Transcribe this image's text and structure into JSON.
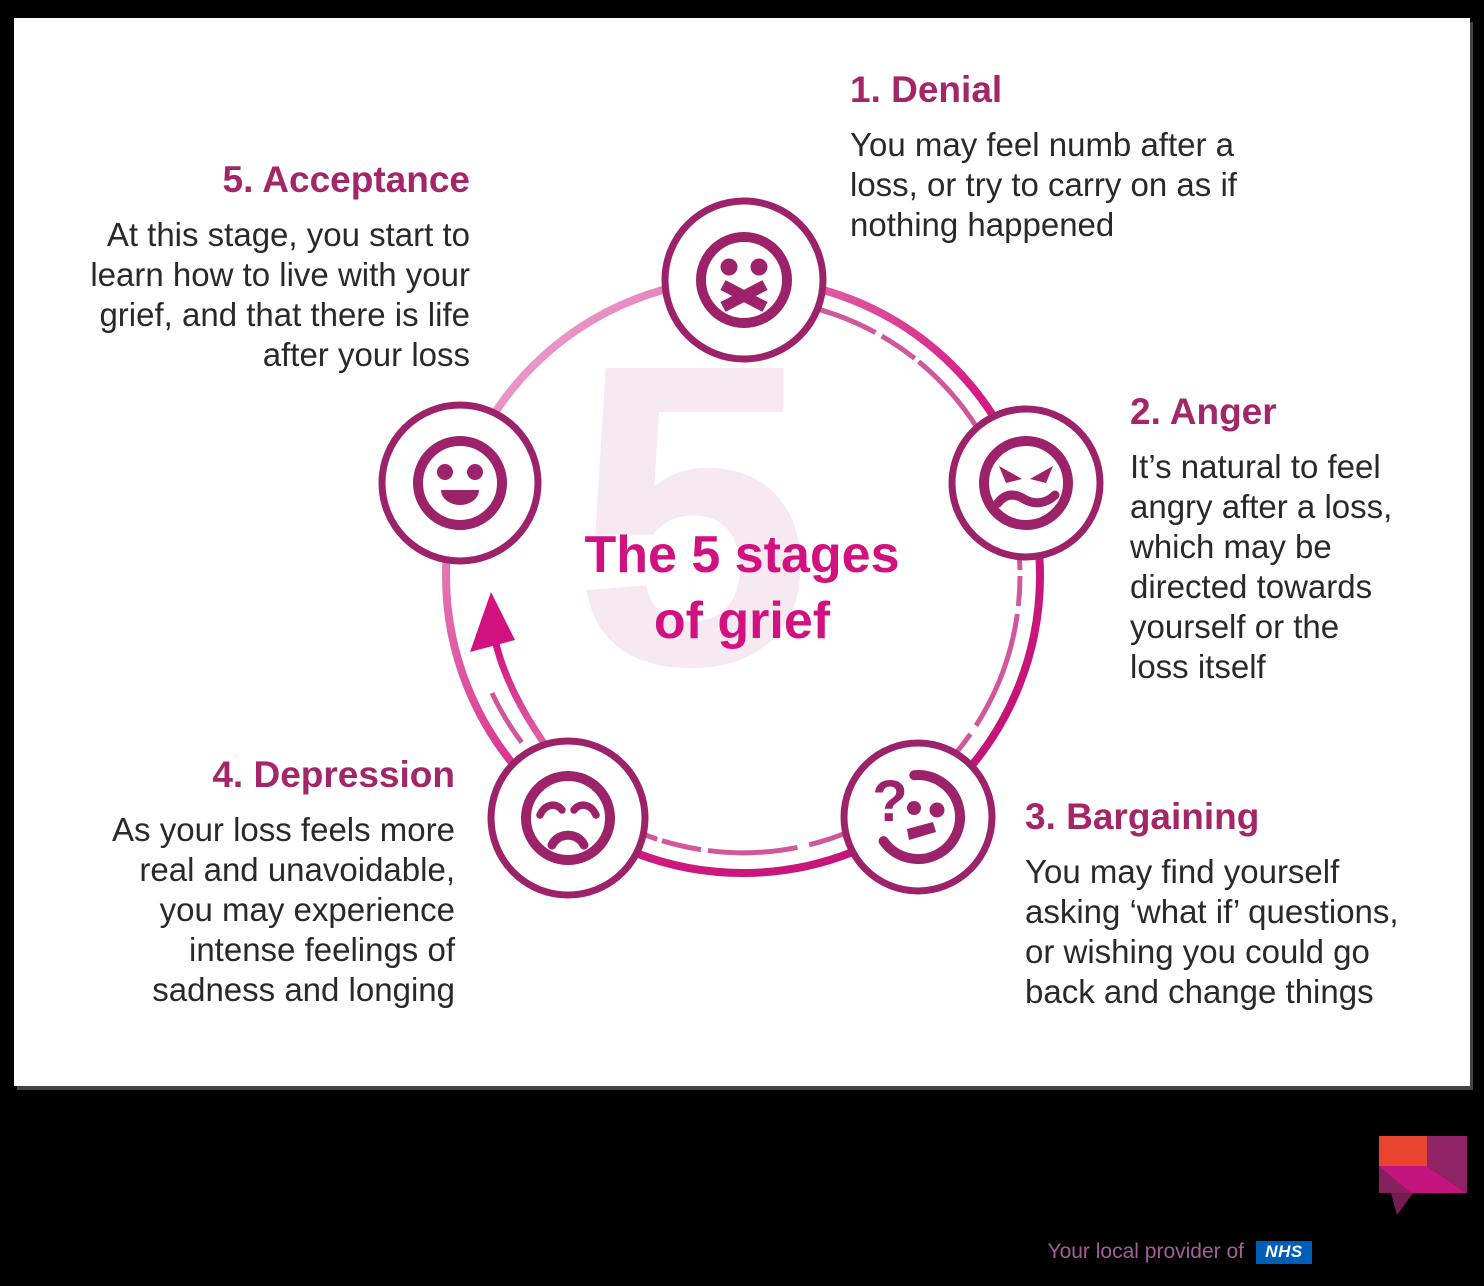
{
  "center": {
    "watermark": "5",
    "title_line1": "The 5 stages",
    "title_line2": "of grief"
  },
  "stages": [
    {
      "heading": "1. Denial",
      "icon": "muted-face-icon",
      "lines": [
        "You may feel numb after a",
        "loss, or try to carry on as if",
        "nothing happened"
      ]
    },
    {
      "heading": "2. Anger",
      "icon": "angry-face-icon",
      "lines": [
        "It’s natural to feel",
        "angry after a loss,",
        "which may be",
        "directed towards",
        "yourself or the",
        "loss itself"
      ]
    },
    {
      "heading": "3. Bargaining",
      "icon": "question-face-icon",
      "icon_glyph": "?",
      "lines": [
        "You may find yourself",
        "asking ‘what if’ questions,",
        "or wishing you could go",
        "back and change things"
      ]
    },
    {
      "heading": "4. Depression",
      "icon": "sad-face-icon",
      "lines": [
        "As your loss feels more",
        "real and unavoidable,",
        "you may experience",
        "intense feelings of",
        "sadness and longing"
      ]
    },
    {
      "heading": "5. Acceptance",
      "icon": "smiling-face-icon",
      "lines": [
        "At this stage, you start to",
        "learn how to live with your",
        "grief, and that there is life",
        "after your loss"
      ]
    }
  ],
  "footer": {
    "provider_text": "Your local provider of",
    "nhs_label": "NHS"
  },
  "colors": {
    "heading_magenta": "#A32768",
    "title_pink": "#D0117F",
    "body_text": "#2B282B",
    "icon_stroke": "#9C2269",
    "ring_light": "#EFB9DA",
    "ring_dark": "#C21377",
    "watermark_pink": "#F6E9F2",
    "nhs_blue": "#005EB8",
    "logo_orange": "#E8432D",
    "logo_plum": "#8E2466",
    "logo_magenta": "#C4147D",
    "frame_black": "#000000"
  }
}
